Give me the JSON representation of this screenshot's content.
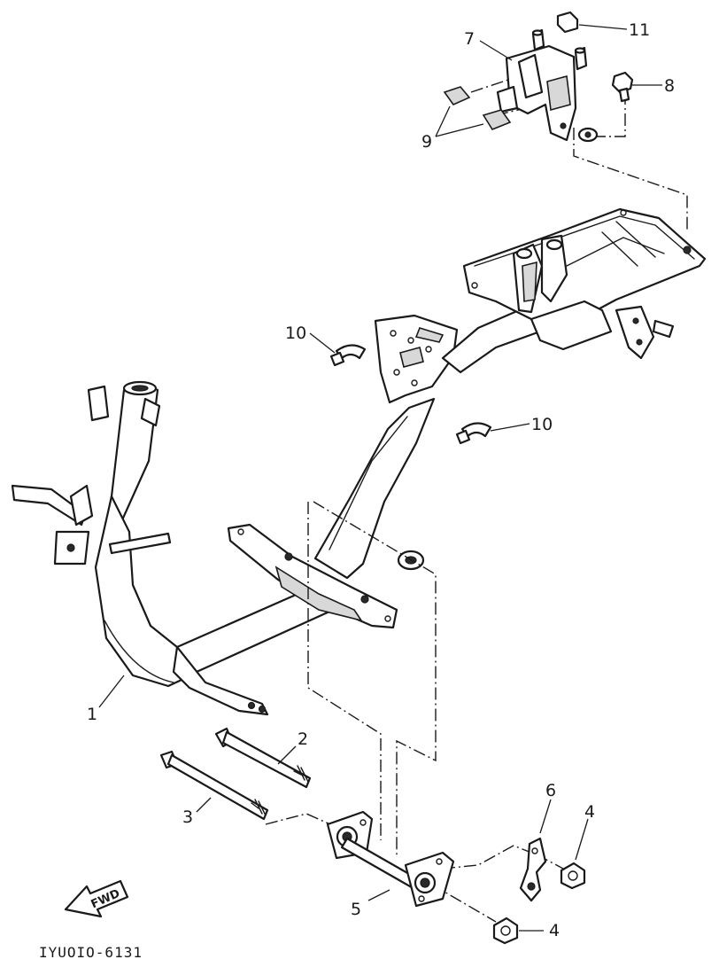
{
  "diagram": {
    "drawing_code": "IYUOIO-6131",
    "direction_label": "FWD",
    "callouts": {
      "frame": "1",
      "bolt_long": "2",
      "bolt_short": "3",
      "nut_right": "4",
      "nut_bottom": "4",
      "engine_bracket": "5",
      "bracket_small": "6",
      "mount_bracket": "7",
      "bolt_top": "8",
      "pad": "9",
      "clamp_left": "10",
      "clamp_right": "10",
      "cap": "11"
    }
  }
}
